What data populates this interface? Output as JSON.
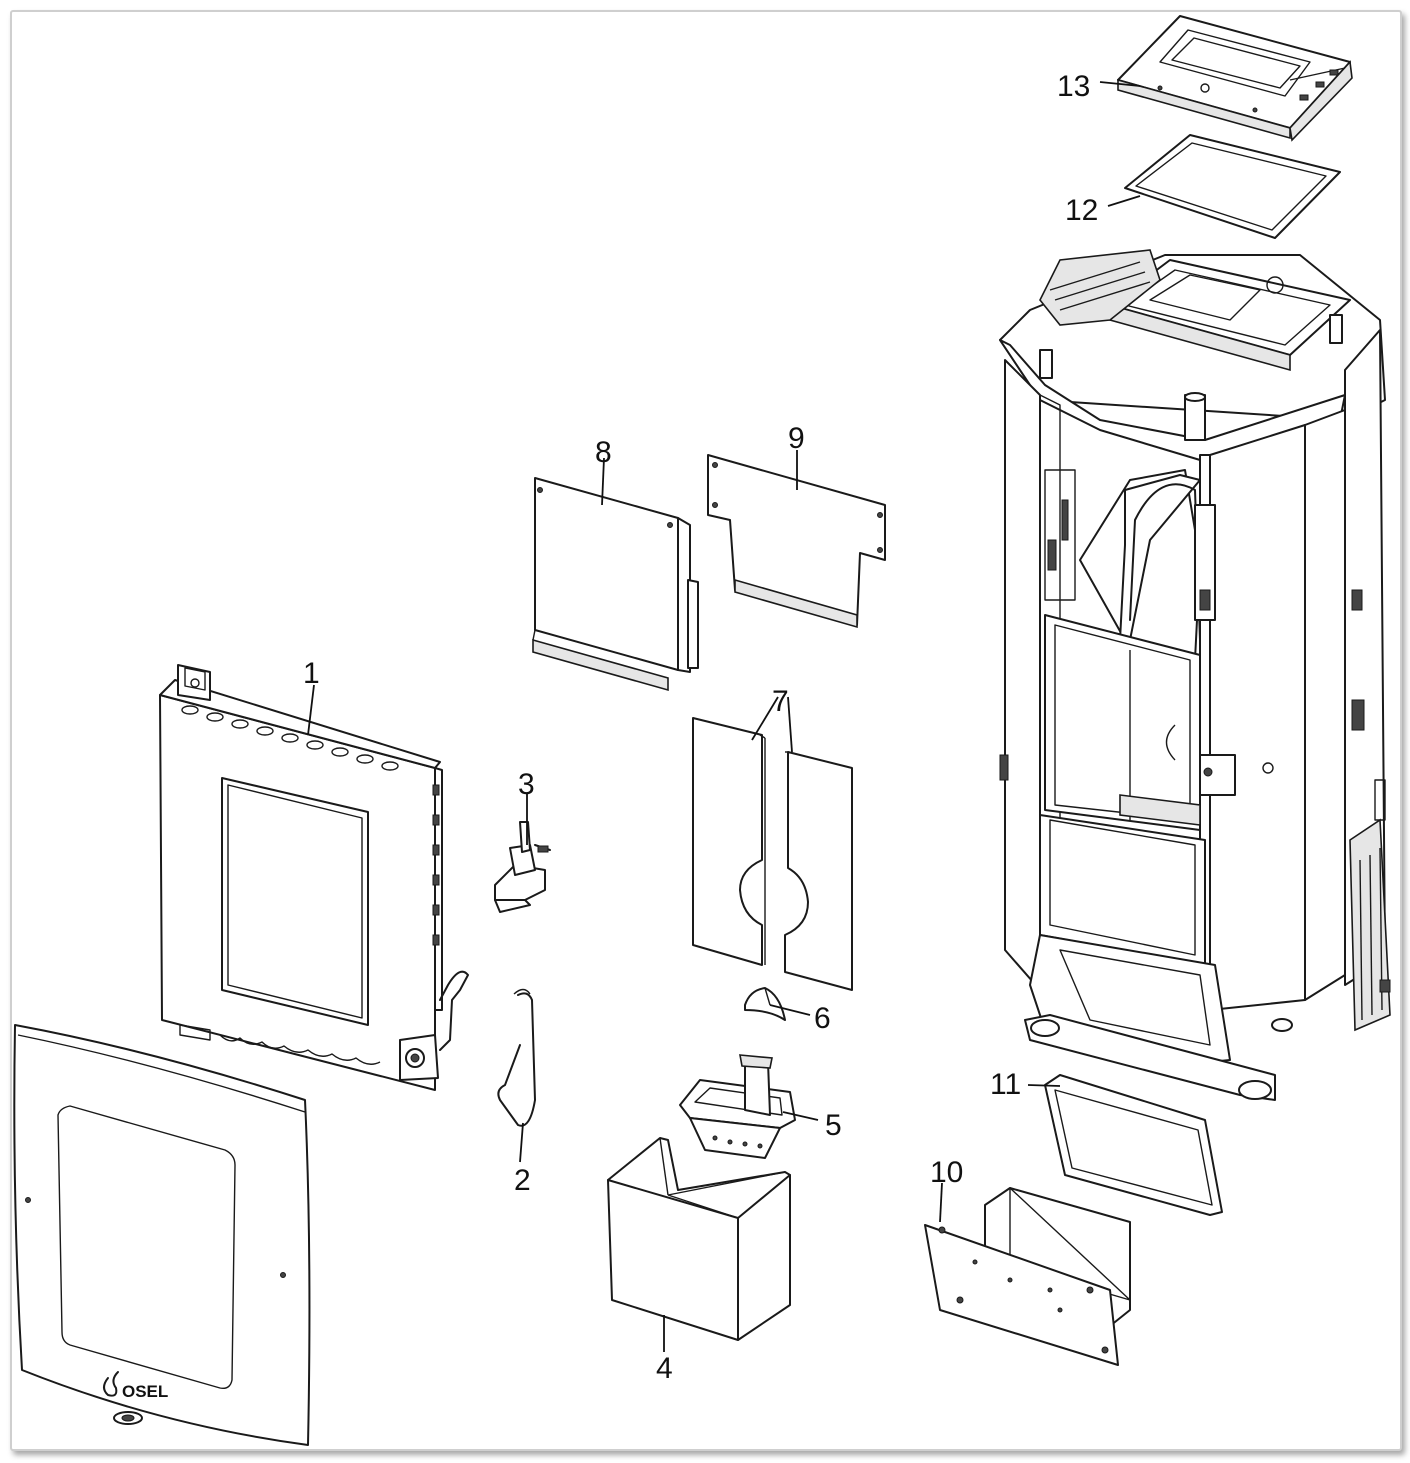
{
  "labels": {
    "p1": "1",
    "p2": "2",
    "p3": "3",
    "p4": "4",
    "p5": "5",
    "p6": "6",
    "p7": "7",
    "p8": "8",
    "p9": "9",
    "p10": "10",
    "p11": "11",
    "p12": "12",
    "p13": "13"
  },
  "brand": "OSEL"
}
